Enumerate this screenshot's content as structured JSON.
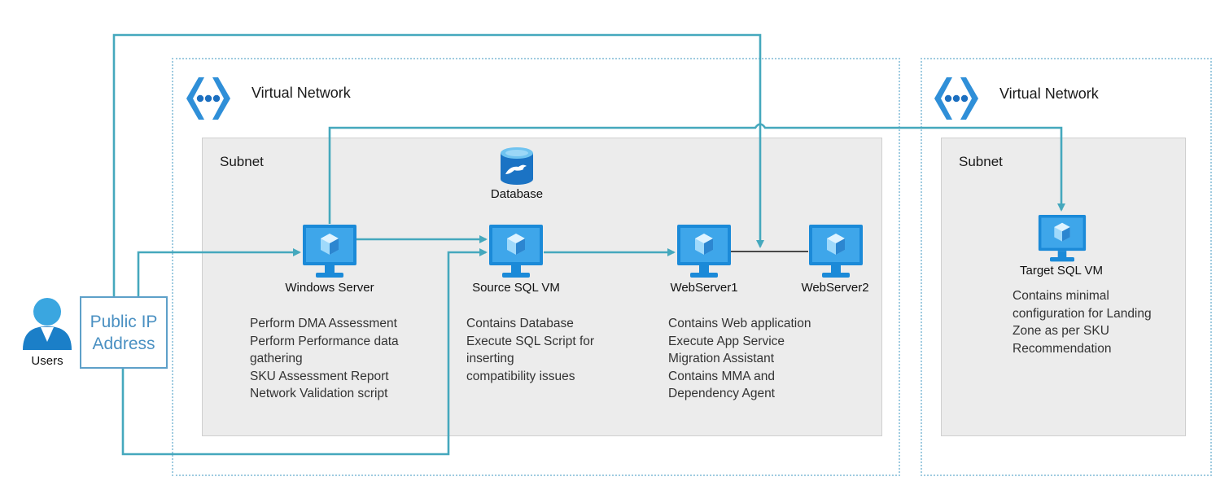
{
  "colors": {
    "connector": "#45a8bd",
    "vnet_border": "#9fcbe0",
    "subnet_fill": "#ececec",
    "vm_blue": "#1b8ad8",
    "public_ip_text": "#4a90c2"
  },
  "vnet_left": {
    "label": "Virtual Network",
    "icon": "virtual-network-icon"
  },
  "vnet_right": {
    "label": "Virtual Network",
    "icon": "virtual-network-icon"
  },
  "subnet_left": {
    "label": "Subnet"
  },
  "subnet_right": {
    "label": "Subnet"
  },
  "database": {
    "label": "Database",
    "icon": "database-icon"
  },
  "users": {
    "label": "Users",
    "icon": "user-icon"
  },
  "public_ip": {
    "line1": "Public IP",
    "line2": "Address"
  },
  "vms": {
    "windows_server": {
      "label": "Windows Server",
      "desc": [
        "Perform DMA Assessment",
        "Perform Performance data",
        "gathering",
        "SKU Assessment Report",
        "Network Validation script"
      ]
    },
    "source_sql": {
      "label": "Source SQL VM",
      "desc": [
        "Contains Database",
        "Execute SQL Script for",
        "inserting",
        "compatibility issues"
      ]
    },
    "webserver1": {
      "label": "WebServer1",
      "desc": [
        "Contains Web application",
        "Execute App Service",
        "Migration Assistant",
        "Contains MMA and",
        "Dependency Agent"
      ]
    },
    "webserver2": {
      "label": "WebServer2"
    },
    "target_sql": {
      "label": "Target SQL VM",
      "desc": [
        "Contains minimal",
        "configuration for Landing",
        "Zone as per SKU",
        "Recommendation"
      ]
    }
  }
}
